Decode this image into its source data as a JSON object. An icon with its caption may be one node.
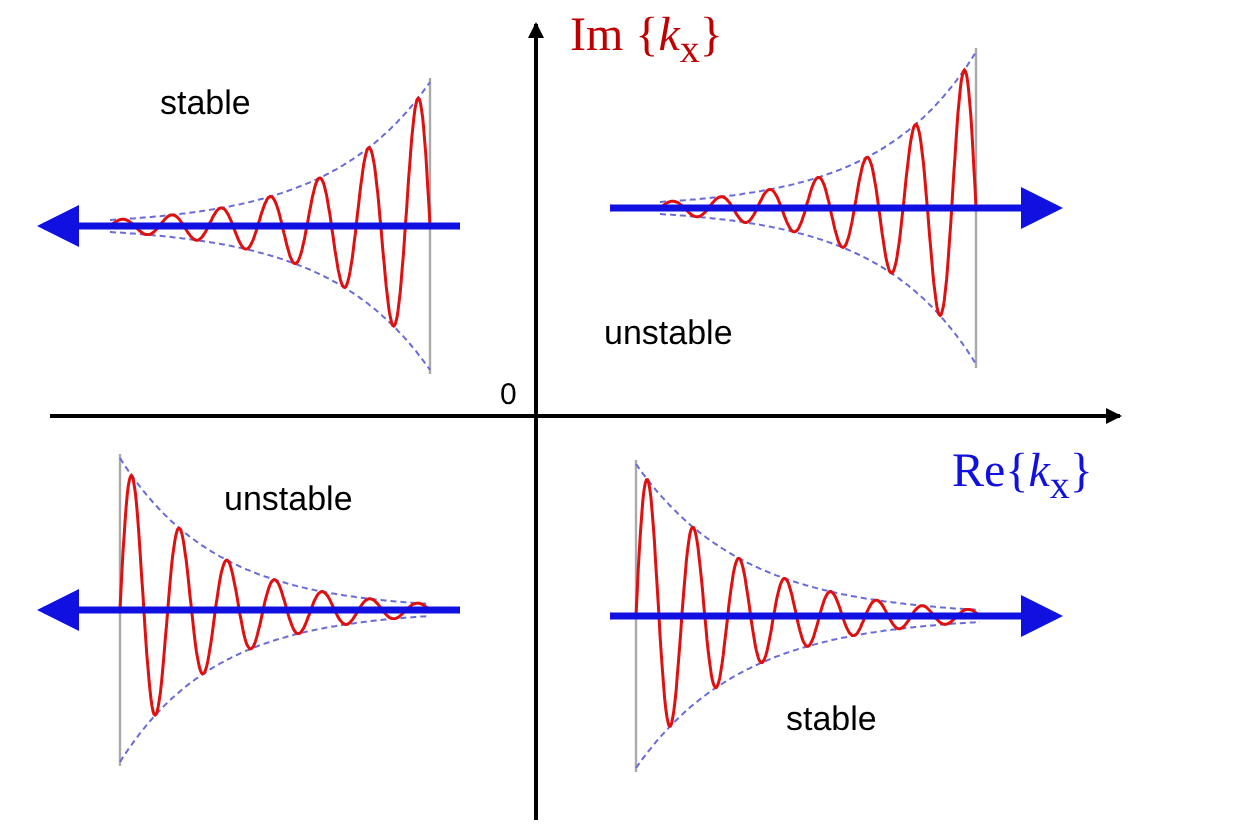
{
  "diagram": {
    "labels": [
      "Im {*k*$_{x}$}",
      "stable",
      "unstable",
      "0",
      "Re{*k*$_{x}$}",
      "unstable",
      "stable"
    ]
  }
}
